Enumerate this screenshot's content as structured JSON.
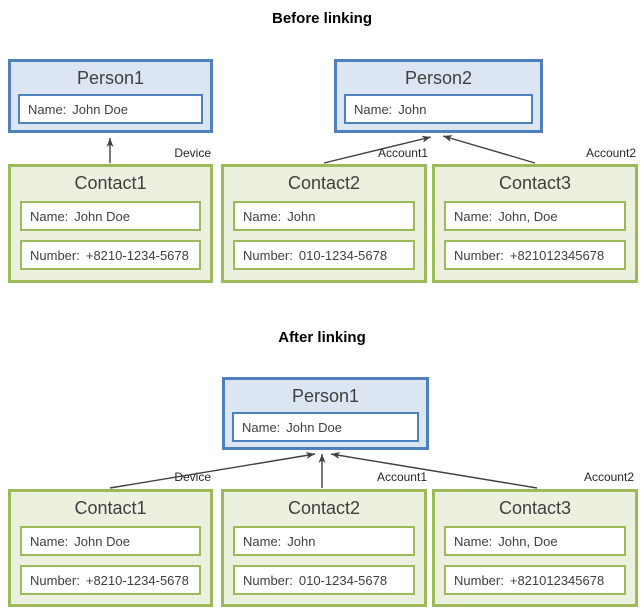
{
  "before": {
    "title": "Before linking",
    "persons": [
      {
        "title": "Person1",
        "name": {
          "label": "Name:",
          "value": "John Doe"
        }
      },
      {
        "title": "Person2",
        "name": {
          "label": "Name:",
          "value": "John"
        }
      }
    ],
    "contacts": [
      {
        "title": "Contact1",
        "link_label": "Device",
        "name": {
          "label": "Name:",
          "value": "John Doe"
        },
        "number": {
          "label": "Number:",
          "value": "+8210-1234-5678"
        }
      },
      {
        "title": "Contact2",
        "link_label": "Account1",
        "name": {
          "label": "Name:",
          "value": "John"
        },
        "number": {
          "label": "Number:",
          "value": "010-1234-5678"
        }
      },
      {
        "title": "Contact3",
        "link_label": "Account2",
        "name": {
          "label": "Name:",
          "value": "John, Doe"
        },
        "number": {
          "label": "Number:",
          "value": "+821012345678"
        }
      }
    ]
  },
  "after": {
    "title": "After linking",
    "persons": [
      {
        "title": "Person1",
        "name": {
          "label": "Name:",
          "value": "John Doe"
        }
      }
    ],
    "contacts": [
      {
        "title": "Contact1",
        "link_label": "Device",
        "name": {
          "label": "Name:",
          "value": "John Doe"
        },
        "number": {
          "label": "Number:",
          "value": "+8210-1234-5678"
        }
      },
      {
        "title": "Contact2",
        "link_label": "Account1",
        "name": {
          "label": "Name:",
          "value": "John"
        },
        "number": {
          "label": "Number:",
          "value": "010-1234-5678"
        }
      },
      {
        "title": "Contact3",
        "link_label": "Account2",
        "name": {
          "label": "Name:",
          "value": "John, Doe"
        },
        "number": {
          "label": "Number:",
          "value": "+821012345678"
        }
      }
    ]
  },
  "colors": {
    "person_border": "#4F81BD",
    "person_fill": "#DCE6F2",
    "contact_border": "#9BBB59",
    "contact_fill": "#EBF1DE",
    "field_fill": "#FFFFFF",
    "arrow": "#404040"
  }
}
